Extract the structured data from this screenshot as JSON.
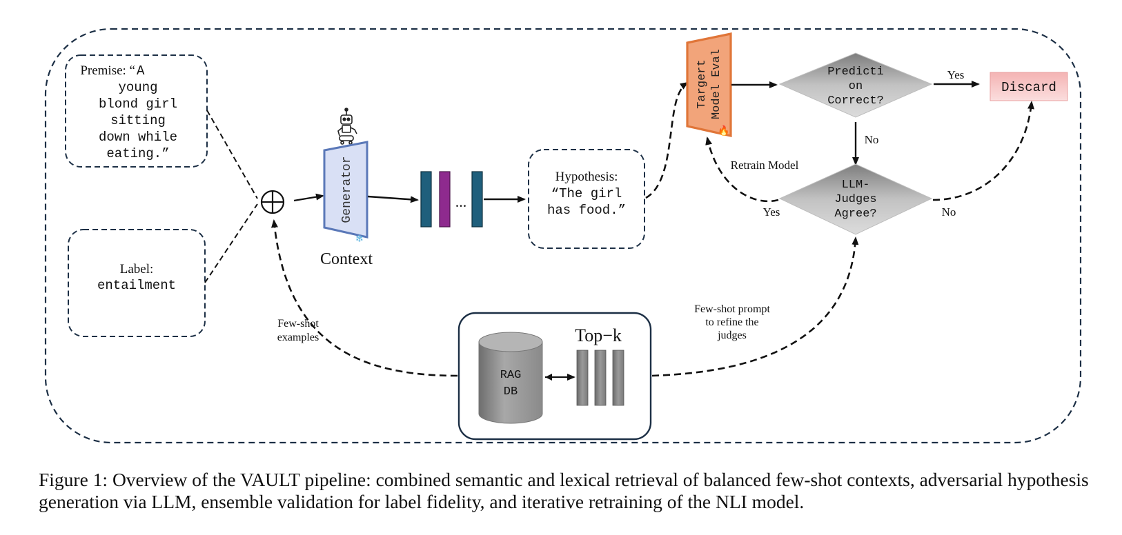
{
  "premise": {
    "label": "Premise: “",
    "lines": [
      "A",
      "young",
      "blond girl",
      "sitting",
      "down while",
      "eating.”"
    ]
  },
  "label_box": {
    "label": "Label:",
    "value": "entailment"
  },
  "combine_symbol": "⊕",
  "generator": {
    "text": "Generator",
    "caption": "Context"
  },
  "sequence": {
    "ellipsis": "..."
  },
  "hypothesis": {
    "label": "Hypothesis:",
    "lines": [
      "“The girl",
      "has food.”"
    ]
  },
  "target_model": {
    "lines": [
      "Targert",
      "Model Eval"
    ]
  },
  "prediction_decision": {
    "lines": [
      "Predicti",
      "on",
      "Correct?"
    ]
  },
  "judges_decision": {
    "lines": [
      "LLM-",
      "Judges",
      "Agree?"
    ]
  },
  "discard": {
    "text": "Discard"
  },
  "edge_labels": {
    "yes_top": "Yes",
    "no_down": "No",
    "retrain": "Retrain Model",
    "yes_left": "Yes",
    "no_right": "No",
    "few_shot_examples": [
      "Few-shot",
      "examples"
    ],
    "few_shot_prompt": [
      "Few-shot prompt",
      "to refine the",
      "judges"
    ]
  },
  "rag": {
    "db_lines": [
      "RAG",
      "DB"
    ],
    "topk": "Top−k"
  },
  "caption": "Figure 1: Overview of the VAULT pipeline: combined semantic and lexical retrieval of balanced few-shot contexts, adversarial hypothesis generation via LLM, ensemble validation for label fidelity, and iterative retraining of the NLI model.",
  "colors": {
    "dash_border": "#1c2f45",
    "generator_fill": "#d9e0f5",
    "generator_stroke": "#5a78b8",
    "teal": "#1f5f7c",
    "purple": "#8e2a8e",
    "target_fill": "#f2a47a",
    "target_stroke": "#e07538",
    "discard_fill": "#f7c4c4"
  }
}
